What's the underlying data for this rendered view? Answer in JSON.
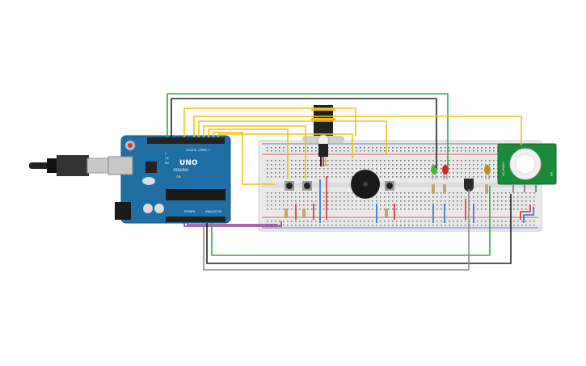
{
  "board": {
    "name": "UNO",
    "brand": "ARDUINO",
    "digital_label": "DIGITAL (PWM~)",
    "power_label": "POWER",
    "analog_label": "ANALOG IN",
    "tx_label": "TX",
    "rx_label": "RX",
    "l_label": "L",
    "on_label": "ON"
  },
  "sensor": {
    "label_left": "HC-SR501",
    "label_right": "PIR"
  },
  "colors": {
    "board": "#1f6fa5",
    "breadboard": "#e9e9e9",
    "wire_yellow": "#f2c40f",
    "wire_green": "#2ea84a",
    "wire_black": "#222222",
    "wire_gray": "#8a8a8a",
    "wire_purple": "#8e3a8e",
    "wire_red": "#d62f2f",
    "wire_blue": "#2b6fc7",
    "led_green": "#3cb93c",
    "led_red": "#d62222",
    "led_amber": "#b8901e",
    "pir_board": "#1b8a3a"
  }
}
